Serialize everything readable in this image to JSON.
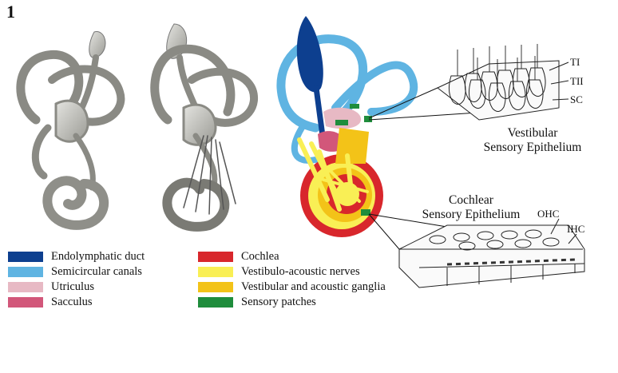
{
  "figure": {
    "number": "1"
  },
  "vestibular": {
    "title_line1": "Vestibular",
    "title_line2": "Sensory Epithelium",
    "labels": [
      "TI",
      "TII",
      "SC"
    ]
  },
  "cochlear": {
    "title_line1": "Cochlear",
    "title_line2": "Sensory Epithelium",
    "labels": [
      "OHC",
      "IHC"
    ]
  },
  "legend": {
    "left": [
      {
        "label": "Endolymphatic duct",
        "color": "#0d3f8f"
      },
      {
        "label": "Semicircular canals",
        "color": "#5fb4e2"
      },
      {
        "label": "Utriculus",
        "color": "#e7b9c4"
      },
      {
        "label": "Sacculus",
        "color": "#d2577a"
      }
    ],
    "right": [
      {
        "label": "Cochlea",
        "color": "#d8272c"
      },
      {
        "label": "Vestibulo-acoustic nerves",
        "color": "#f9ef55"
      },
      {
        "label": "Vestibular and acoustic ganglia",
        "color": "#f3c318"
      },
      {
        "label": "Sensory patches",
        "color": "#1f8d3c"
      }
    ]
  }
}
